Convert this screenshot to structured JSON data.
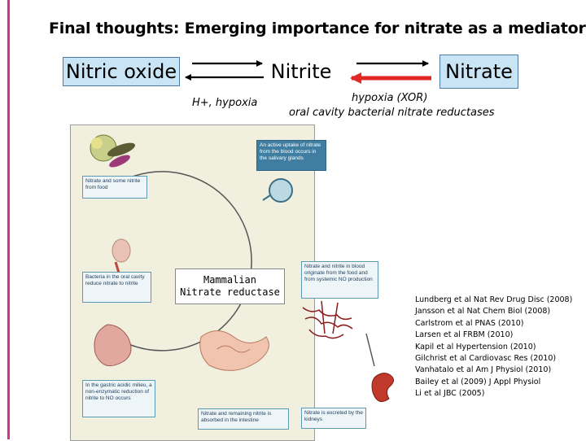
{
  "slide": {
    "title": "Final thoughts: Emerging importance for nitrate as a mediator",
    "colors": {
      "accent_bar": "#d3338f",
      "box_fill": "#c9e4f4",
      "red_arrow": "#e32626"
    }
  },
  "pathway": {
    "nitric_oxide": "Nitric oxide",
    "nitrite": "Nitrite",
    "nitrate": "Nitrate",
    "label_left": "H+, hypoxia",
    "label_right_1": "hypoxia (XOR)",
    "label_right_2": "oral cavity bacterial nitrate reductases"
  },
  "diagram": {
    "captions": {
      "uptake": "An active uptake of nitrate from the blood occurs in the salivary glands",
      "food": "Nitrate and some nitrite from food",
      "bacteria": "Bacteria in the oral cavity reduce nitrate to nitrite",
      "blood": "Nitrate and nitrite in blood originate from the food and from systemic NO production",
      "gastric": "In the gastric acidic milieu, a non-enzymatic reduction of nitrite to NO occurs",
      "intestine": "Nitrate and remaining nitrite is absorbed in the intestine",
      "kidney": "Nitrate is excreted by the kidneys"
    },
    "mammalian_line1": "Mammalian",
    "mammalian_line2": "Nitrate reductase"
  },
  "references": [
    "Lundberg et al Nat Rev Drug Disc (2008)",
    "Jansson et al Nat Chem Biol (2008)",
    "Carlstrom et al PNAS (2010)",
    "Larsen et al FRBM (2010)",
    "Kapil et al Hypertension (2010)",
    "Gilchrist et al Cardiovasc Res (2010)",
    "Vanhatalo et al Am J Physiol (2010)",
    "Bailey et al (2009) J Appl Physiol",
    "Li et al JBC (2005)"
  ]
}
